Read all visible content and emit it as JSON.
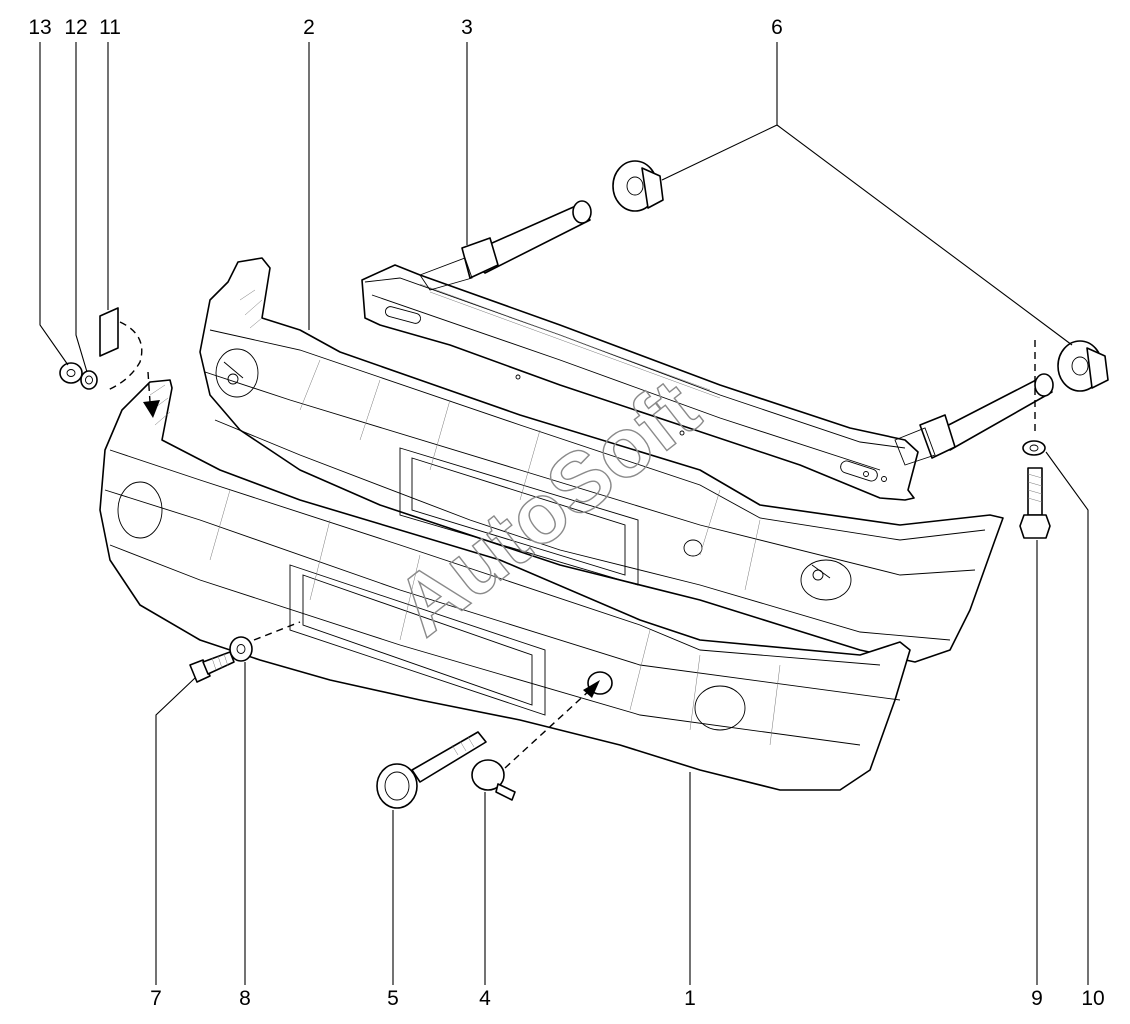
{
  "diagram": {
    "callouts": [
      {
        "id": "1",
        "label": "1"
      },
      {
        "id": "2",
        "label": "2"
      },
      {
        "id": "3",
        "label": "3"
      },
      {
        "id": "4",
        "label": "4"
      },
      {
        "id": "5",
        "label": "5"
      },
      {
        "id": "6",
        "label": "6"
      },
      {
        "id": "7",
        "label": "7"
      },
      {
        "id": "8",
        "label": "8"
      },
      {
        "id": "9",
        "label": "9"
      },
      {
        "id": "10",
        "label": "10"
      },
      {
        "id": "11",
        "label": "11"
      },
      {
        "id": "12",
        "label": "12"
      },
      {
        "id": "13",
        "label": "13"
      }
    ],
    "watermark": "AutoSoft"
  }
}
